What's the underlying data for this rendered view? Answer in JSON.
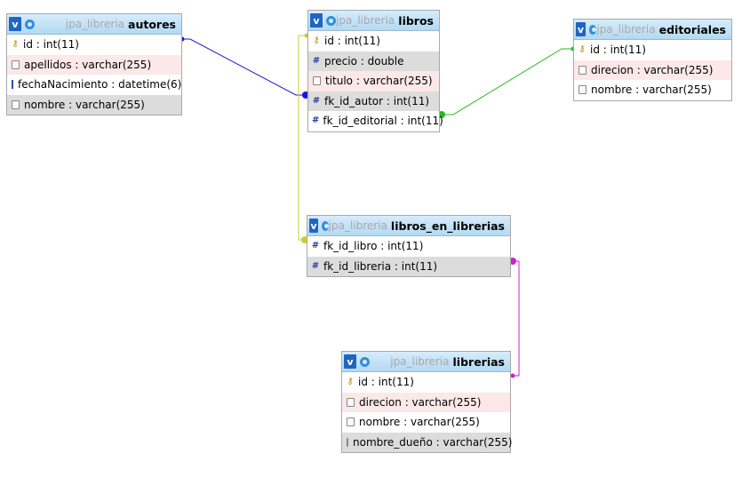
{
  "tables": {
    "autores": {
      "toggle": "v",
      "db": "jpa_libreria",
      "name": "autores",
      "columns": [
        {
          "text": "id : int(11)",
          "icon": "key-icon"
        },
        {
          "text": "apellidos : varchar(255)",
          "icon": "text-field-icon"
        },
        {
          "text": "fechaNacimiento : datetime(6)",
          "icon": "datetime-field-icon"
        },
        {
          "text": "nombre : varchar(255)",
          "icon": "text-field-icon"
        }
      ]
    },
    "libros": {
      "toggle": "v",
      "db": "jpa_libreria",
      "name": "libros",
      "columns": [
        {
          "text": "id : int(11)",
          "icon": "key-icon"
        },
        {
          "text": "precio : double",
          "icon": "numeric-field-icon"
        },
        {
          "text": "titulo : varchar(255)",
          "icon": "text-field-icon"
        },
        {
          "text": "fk_id_autor : int(11)",
          "icon": "numeric-field-icon"
        },
        {
          "text": "fk_id_editorial : int(11)",
          "icon": "numeric-field-icon"
        }
      ]
    },
    "editoriales": {
      "toggle": "v",
      "db": "jpa_libreria",
      "name": "editoriales",
      "columns": [
        {
          "text": "id : int(11)",
          "icon": "key-icon"
        },
        {
          "text": "direcion : varchar(255)",
          "icon": "text-field-icon"
        },
        {
          "text": "nombre : varchar(255)",
          "icon": "text-field-icon"
        }
      ]
    },
    "libros_en_librerias": {
      "toggle": "v",
      "db": "jpa_libreria",
      "name": "libros_en_librerias",
      "columns": [
        {
          "text": "fk_id_libro : int(11)",
          "icon": "numeric-field-icon"
        },
        {
          "text": "fk_id_libreria : int(11)",
          "icon": "numeric-field-icon"
        }
      ]
    },
    "librerias": {
      "toggle": "v",
      "db": "jpa_libreria",
      "name": "librerias",
      "columns": [
        {
          "text": "id : int(11)",
          "icon": "key-icon"
        },
        {
          "text": "direcion : varchar(255)",
          "icon": "text-field-icon"
        },
        {
          "text": "nombre : varchar(255)",
          "icon": "text-field-icon"
        },
        {
          "text": "nombre_dueño : varchar(255)",
          "icon": "text-field-icon"
        }
      ]
    }
  },
  "relations": [
    {
      "from": "libros.fk_id_autor",
      "to": "autores.id",
      "color": "#1a1acc"
    },
    {
      "from": "libros.fk_id_editorial",
      "to": "editoriales.id",
      "color": "#22bb22"
    },
    {
      "from": "libros_en_librerias.fk_id_libro",
      "to": "libros.id",
      "color": "#cccc33"
    },
    {
      "from": "libros_en_librerias.fk_id_libreria",
      "to": "librerias.id",
      "color": "#cc22cc"
    }
  ]
}
